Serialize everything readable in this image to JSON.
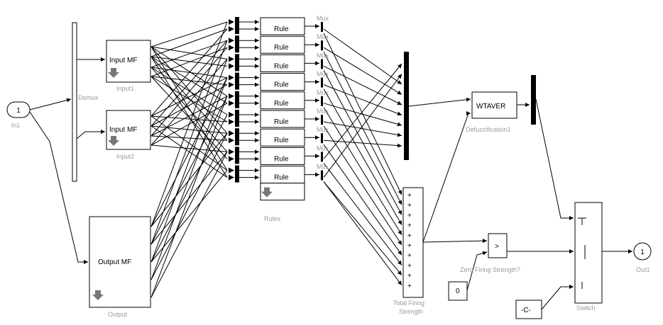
{
  "blocks": {
    "in1": {
      "text": "1",
      "caption": "In1"
    },
    "demux": {
      "caption": "Demux"
    },
    "input1": {
      "text": "Input MF",
      "caption": "Input1"
    },
    "input2": {
      "text": "Input MF",
      "caption": "Input2"
    },
    "output": {
      "text": "Output MF",
      "caption": "Output"
    },
    "rule_label": "Rule",
    "rule_caption": "Rules",
    "mux_label": "Mux",
    "defuzz": {
      "text": "WTAVER",
      "caption": "Defuzzification1"
    },
    "total": {
      "caption_line1": "Total Firing",
      "caption_line2": "Strength"
    },
    "zero": {
      "text": ">",
      "caption": "Zero Firing Strength?"
    },
    "const0": {
      "text": "0"
    },
    "constc": {
      "text": "-C-"
    },
    "switch": {
      "caption": "Switch"
    },
    "out1": {
      "text": "1",
      "caption": "Out1"
    }
  },
  "counts": {
    "rules": 9,
    "sum_inputs": 10
  },
  "colors": {
    "line": "#000000",
    "caption": "#9a9a9a",
    "background": "#ffffff"
  }
}
